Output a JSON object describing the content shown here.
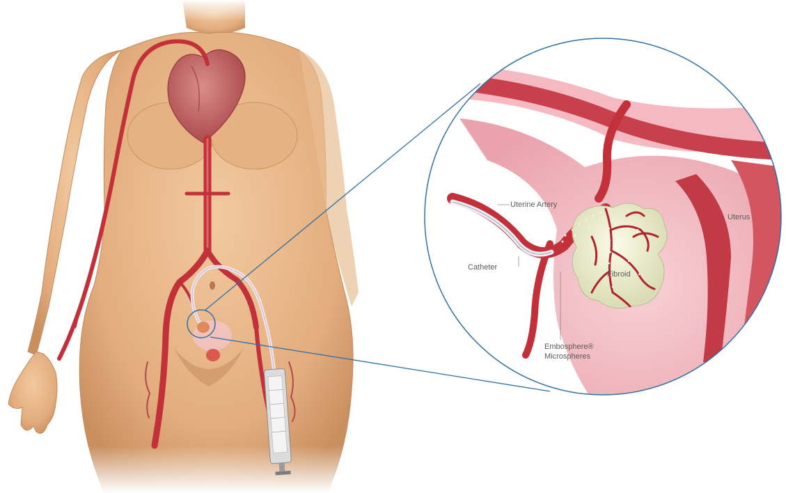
{
  "labels": {
    "uterine_artery": "Uterine Artery",
    "uterus": "Uterus",
    "catheter": "Catheter",
    "fibroid": "Fibroid",
    "embosphere_line1": "Embosphere®",
    "embosphere_line2": "Microspheres"
  },
  "colors": {
    "skin": "#e7b88b",
    "skin_shadow": "#c98f5f",
    "artery": "#c2303a",
    "artery_dark": "#8e1b24",
    "uterus_tissue": "#f2b7bf",
    "fibroid": "#eef0d6",
    "zoom_circle": "#2f6fa6",
    "heart": "#b7545a"
  },
  "icons": {
    "body": "female-torso-illustration",
    "heart": "heart-icon",
    "syringe": "syringe-icon",
    "magnifier": "zoom-circle"
  }
}
